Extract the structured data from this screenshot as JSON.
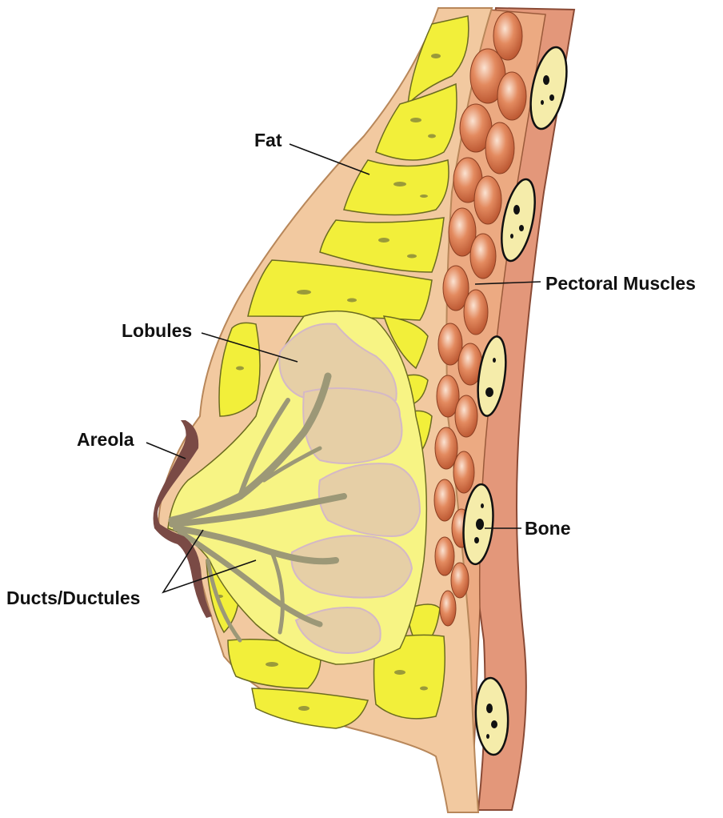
{
  "labels": {
    "fat": "Fat",
    "lobules": "Lobules",
    "areola": "Areola",
    "ducts": "Ducts/Ductules",
    "pectoral": "Pectoral Muscles",
    "bone": "Bone"
  },
  "colors": {
    "skin": "#f2c9a0",
    "fat": "#f2ef3a",
    "fat_light": "#f7f484",
    "fat_spot": "#9a9a3a",
    "lobule": "#e6cfa6",
    "lobule_edge": "#d4b8c6",
    "duct": "#9c9877",
    "areola": "#7a4a45",
    "muscle": "#d9754a",
    "rib_band": "#e3977a",
    "bone": "#f5ecaa",
    "bone_marrow": "#111111"
  }
}
